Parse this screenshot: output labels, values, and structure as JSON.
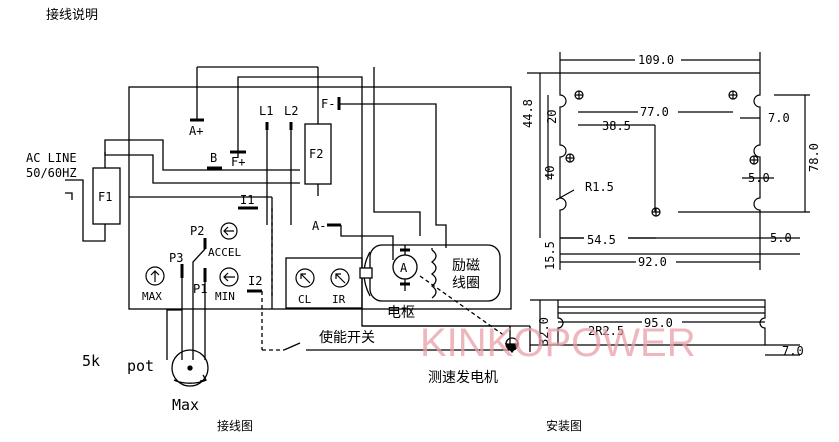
{
  "header": {
    "title": "接线说明"
  },
  "wiring": {
    "ac_line": "AC LINE",
    "freq": "50/60HZ",
    "fuse1": "F1",
    "fuse2": "F2",
    "a_plus": "A+",
    "a_minus": "A-",
    "b": "B",
    "f_plus": "F+",
    "f_minus": "F-",
    "l1": "L1",
    "l2": "L2",
    "i1": "I1",
    "i2": "I2",
    "p1": "P1",
    "p2": "P2",
    "p3": "P3",
    "accel": "ACCEL",
    "max_pot": "MAX",
    "min_pot": "MIN",
    "cl": "CL",
    "ir": "IR",
    "armature_glyph": "A",
    "field_coil": "励磁\n线圈",
    "armature": "电枢",
    "enable_switch": "使能开关",
    "tach": "测速发电机",
    "pot_value": "5k",
    "pot": "pot",
    "pot_max": "Max",
    "caption": "接线图"
  },
  "mounting": {
    "caption": "安装图",
    "dims": {
      "d109": "109.0",
      "d77": "77.0",
      "d38_5": "38.5",
      "d7a": "7.0",
      "d44_8": "44.8",
      "d20": "20",
      "d78": "78.0",
      "d40": "40",
      "r1_5": "R1.5",
      "d5a": "5.0",
      "d54_5": "54.5",
      "d5b": "5.0",
      "d15_5": "15.5",
      "d92": "92.0",
      "d95": "95.0",
      "d32": "32.0",
      "r2r2_5": "2R2.5",
      "d7b": "7.0"
    }
  },
  "watermark": "KINKOPOWER"
}
